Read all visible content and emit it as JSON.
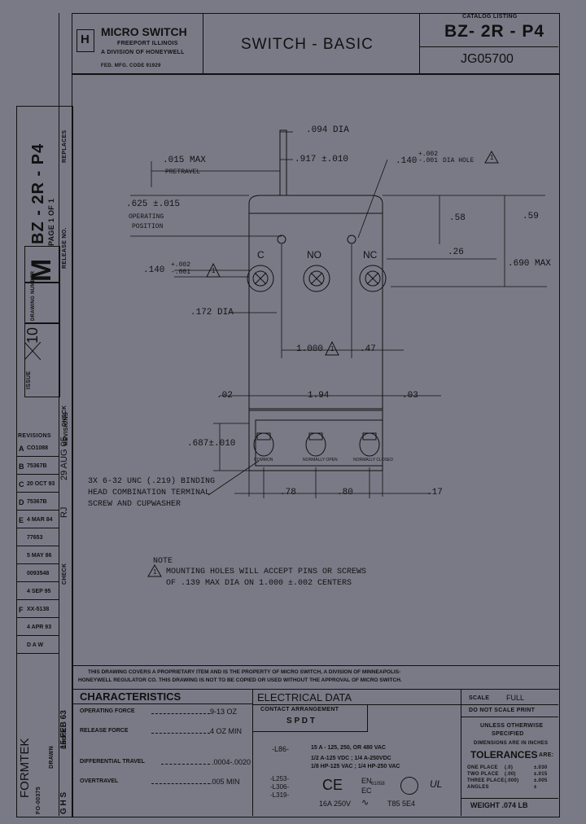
{
  "title_block": {
    "company": "MICRO SWITCH",
    "location": "FREEPORT ILLINOIS",
    "division": "A DIVISION OF HONEYWELL",
    "fed_code": "FED. MFG. CODE 91929",
    "title": "SWITCH - BASIC",
    "catalog_label": "CATALOG LISTING",
    "catalog": "BZ- 2R - P4",
    "drawing_no": "JG05700"
  },
  "sidebar": {
    "part": "BZ - 2R - P4",
    "page": "PAGE 1 OF 1",
    "size": "M",
    "issue": "10",
    "drawing_number_label": "DRAWING NUMBER",
    "issue_label": "ISSUE",
    "replaces": "REPLACES",
    "release_no": "RELEASE NO.",
    "check": "CHECK",
    "revisions": "REVISIONS",
    "formtek": "FORMTEK",
    "form_no": "FO-00375",
    "drawn": "DRAWN",
    "drawn_date": "15 FEB 63",
    "drawn_by": "G H S",
    "check2": "CHECK",
    "rev_rows": [
      {
        "letter": "A",
        "text": "CO1088",
        "date": "29 AUG 05",
        "by": "RJ"
      },
      {
        "letter": "B",
        "text": "75367B"
      },
      {
        "letter": "C",
        "text": "20 OCT 93"
      },
      {
        "letter": "D",
        "text": "75367B"
      },
      {
        "letter": "E",
        "text": "4 MAR 84"
      },
      {
        "letter": "",
        "text": "77653"
      },
      {
        "letter": "",
        "text": "5 MAY 86"
      },
      {
        "letter": "",
        "text": "0093548"
      },
      {
        "letter": "",
        "text": "4 SEP 95"
      },
      {
        "letter": "F",
        "text": "XX-5138"
      },
      {
        "letter": "",
        "text": "4 APR 93"
      },
      {
        "letter": "",
        "text": "D A W"
      }
    ]
  },
  "dims": {
    "d094": ".094 DIA",
    "d917": ".917 ±.010",
    "d015": ".015 MAX",
    "pretravel": "PRETRAVEL",
    "d625": ".625 ±.015",
    "op_pos1": "OPERATING",
    "op_pos2": "POSITION",
    "hole": ".140",
    "hole_tol": "+.002 -.001",
    "hole_label": "DIA HOLE",
    "d58": ".58",
    "d59": ".59",
    "d26": ".26",
    "d690": ".690 MAX",
    "d140": ".140",
    "d140_tol": "+.002 -.001",
    "d172": ".172 DIA",
    "d1000": "1.000",
    "d47": ".47",
    "d02": ".02",
    "d194": "1.94",
    "d03": ".03",
    "d687": ".687±.010",
    "d78": ".78",
    "d80": ".80",
    "d17": ".17",
    "term_c": "C",
    "term_no": "NO",
    "term_nc": "NC",
    "mount_l": "COMMON",
    "mount_m": "NORMALLY OPEN",
    "mount_r": "NORMALLY CLOSED",
    "screw1": "3X 6-32 UNC (.219) BINDING",
    "screw2": "HEAD COMBINATION TERMINAL",
    "screw3": "SCREW AND CUPWASHER",
    "warn": "1"
  },
  "note": {
    "label": "NOTE",
    "line1": "MOUNTING HOLES WILL ACCEPT PINS OR SCREWS",
    "line2": "OF .139 MAX DIA ON 1.000 ±.002 CENTERS"
  },
  "proprietary": {
    "line1": "THIS DRAWING COVERS A PROPRIETARY ITEM AND IS THE PROPERTY OF MICRO SWITCH, A DIVISION OF MINNEAPOLIS-",
    "line2": "HONEYWELL REGULATOR CO. THIS DRAWING IS NOT TO BE COPIED OR USED WITHOUT THE APPROVAL OF MICRO SWITCH."
  },
  "characteristics": {
    "heading": "CHARACTERISTICS",
    "rows": [
      {
        "label": "OPERATING FORCE",
        "value": "9-13 OZ"
      },
      {
        "label": "RELEASE FORCE",
        "value": "4 OZ MIN"
      },
      {
        "label": "DIFFERENTIAL TRAVEL",
        "value": ".0004-.0020"
      },
      {
        "label": "OVERTRAVEL",
        "value": ".005 MIN"
      }
    ]
  },
  "electrical": {
    "heading": "ELECTRICAL DATA",
    "contact_label": "CONTACT ARRANGEMENT",
    "contact": "S P D T",
    "code": "-L86-",
    "r1": "15 A - 125, 250, OR 480 VAC",
    "r2": "1/2 A-125 VDC ; 1/4 A-250VDC",
    "r3": "1/8 HP-125 VAC ; 1/4 HP-250 VAC",
    "codes": [
      "-L253-",
      "-L306-",
      "-L319-"
    ],
    "ce": "CE",
    "en": "EN",
    "ec": "EC",
    "num": "61058",
    "bottom": "16A 250V",
    "t85": "T85 5E4"
  },
  "scale": {
    "label": "SCALE",
    "value": "FULL",
    "dnsp": "DO NOT SCALE PRINT",
    "unless1": "UNLESS OTHERWISE",
    "unless2": "SPECIFIED",
    "inches": "DIMENSIONS ARE IN INCHES",
    "tol": "TOLERANCES",
    "are": "ARE:",
    "rows": [
      {
        "label": "ONE PLACE",
        "a": "(.0)",
        "b": "±.030"
      },
      {
        "label": "TWO PLACE",
        "a": "(.00)",
        "b": "±.015"
      },
      {
        "label": "THREE PLACE",
        "a": "(.000)",
        "b": "±.005"
      },
      {
        "label": "ANGLES",
        "a": "",
        "b": "±"
      }
    ],
    "weight": "WEIGHT .074 LB"
  }
}
